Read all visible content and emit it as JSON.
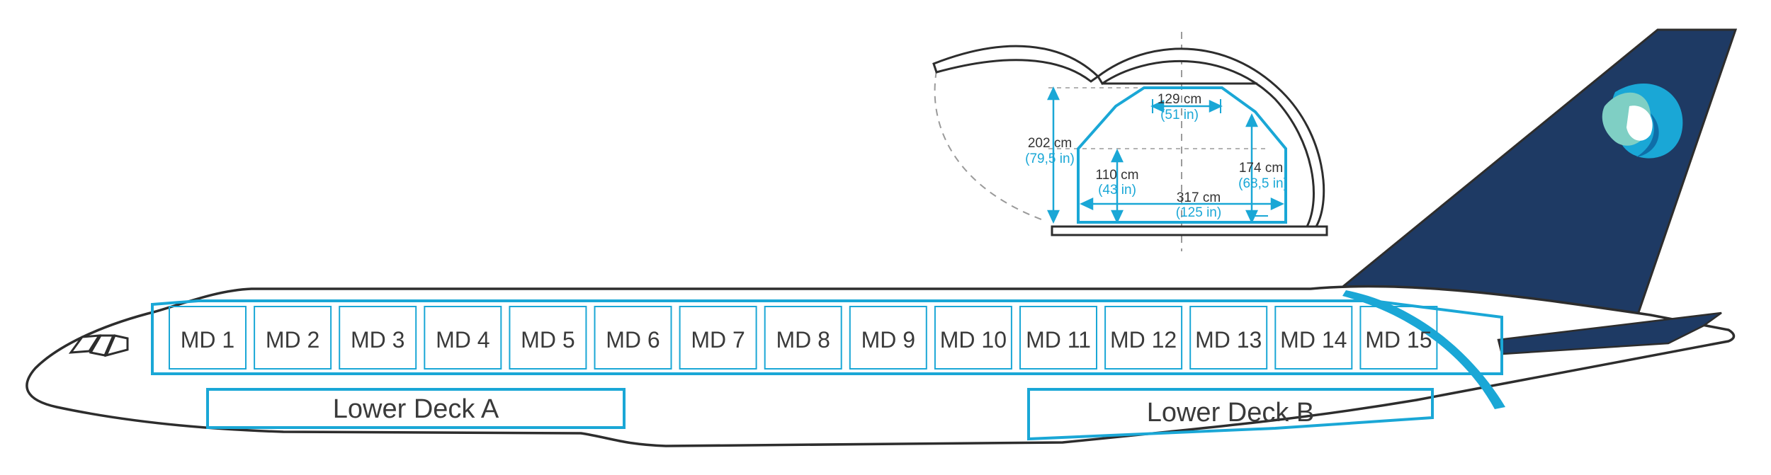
{
  "colors": {
    "outline": "#2d2d2d",
    "accent": "#1aa7d6",
    "tail": "#1e3a64",
    "logo_light": "#7fcfc4",
    "logo_mid": "#1aa7d6",
    "logo_dark": "#0f6ea8",
    "guide": "#9a9a9a"
  },
  "main_deck": {
    "positions": [
      "MD 1",
      "MD 2",
      "MD 3",
      "MD 4",
      "MD 5",
      "MD 6",
      "MD 7",
      "MD 8",
      "MD 9",
      "MD 10",
      "MD 11",
      "MD 12",
      "MD 13",
      "MD 14",
      "MD 15"
    ]
  },
  "lower_deck": {
    "a_label": "Lower Deck A",
    "b_label": "Lower Deck B"
  },
  "cross_section": {
    "top_width_cm": "129 cm",
    "top_width_in": "(51 in)",
    "total_height_cm": "202 cm",
    "total_height_in": "(79,5 in)",
    "side_height_cm": "110 cm",
    "side_height_in": "(43 in)",
    "right_height_cm": "174 cm",
    "right_height_in": "(68,5 in)",
    "base_width_cm": "317 cm",
    "base_width_in": "(125 in)"
  },
  "logo": {
    "name": "airline-logo-icon"
  }
}
